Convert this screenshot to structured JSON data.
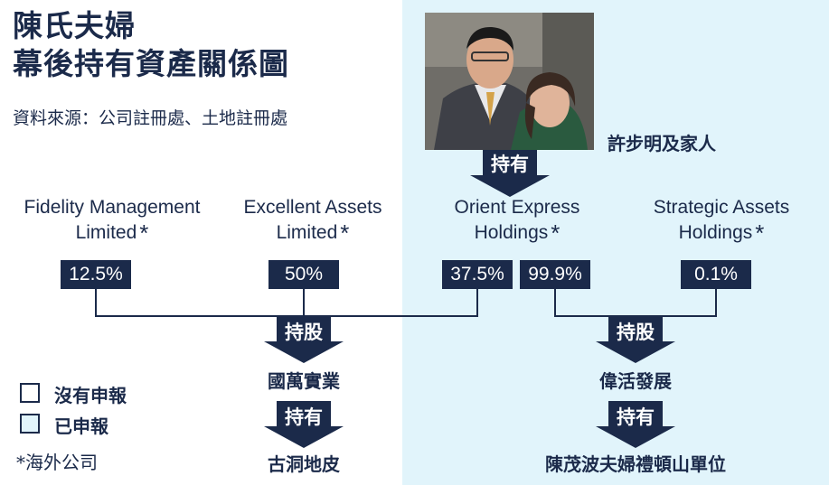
{
  "title_line1": "陳氏夫婦",
  "title_line2": "幕後持有資產關係圖",
  "source": "資料來源：公司註冊處、土地註冊處",
  "photo_caption": "許步明及家人",
  "top_arrow_label": "持有",
  "entities": [
    {
      "line1": "Fidelity Management",
      "line2": "Limited",
      "star": "*",
      "pct": "12.5%"
    },
    {
      "line1": "Excellent Assets",
      "line2": "Limited",
      "star": "*",
      "pct": "50%"
    },
    {
      "line1": "Orient Express",
      "line2": "Holdings",
      "star": "*",
      "pct": "37.5%"
    },
    {
      "line1": "",
      "line2": "",
      "star": "",
      "pct": "99.9%"
    },
    {
      "line1": "Strategic Assets",
      "line2": "Holdings",
      "star": "*",
      "pct": "0.1%"
    }
  ],
  "left_branch": {
    "arrow1": "持股",
    "node1": "國萬實業",
    "arrow2": "持有",
    "node2": "古洞地皮"
  },
  "right_branch": {
    "arrow1": "持股",
    "node1": "偉活發展",
    "arrow2": "持有",
    "node2": "陳茂波夫婦禮頓山單位"
  },
  "legend": {
    "unreported": "沒有申報",
    "reported": "已申報",
    "note": "*海外公司"
  },
  "colors": {
    "navy": "#1b2a4a",
    "reported_bg": "#e1f4fb"
  }
}
